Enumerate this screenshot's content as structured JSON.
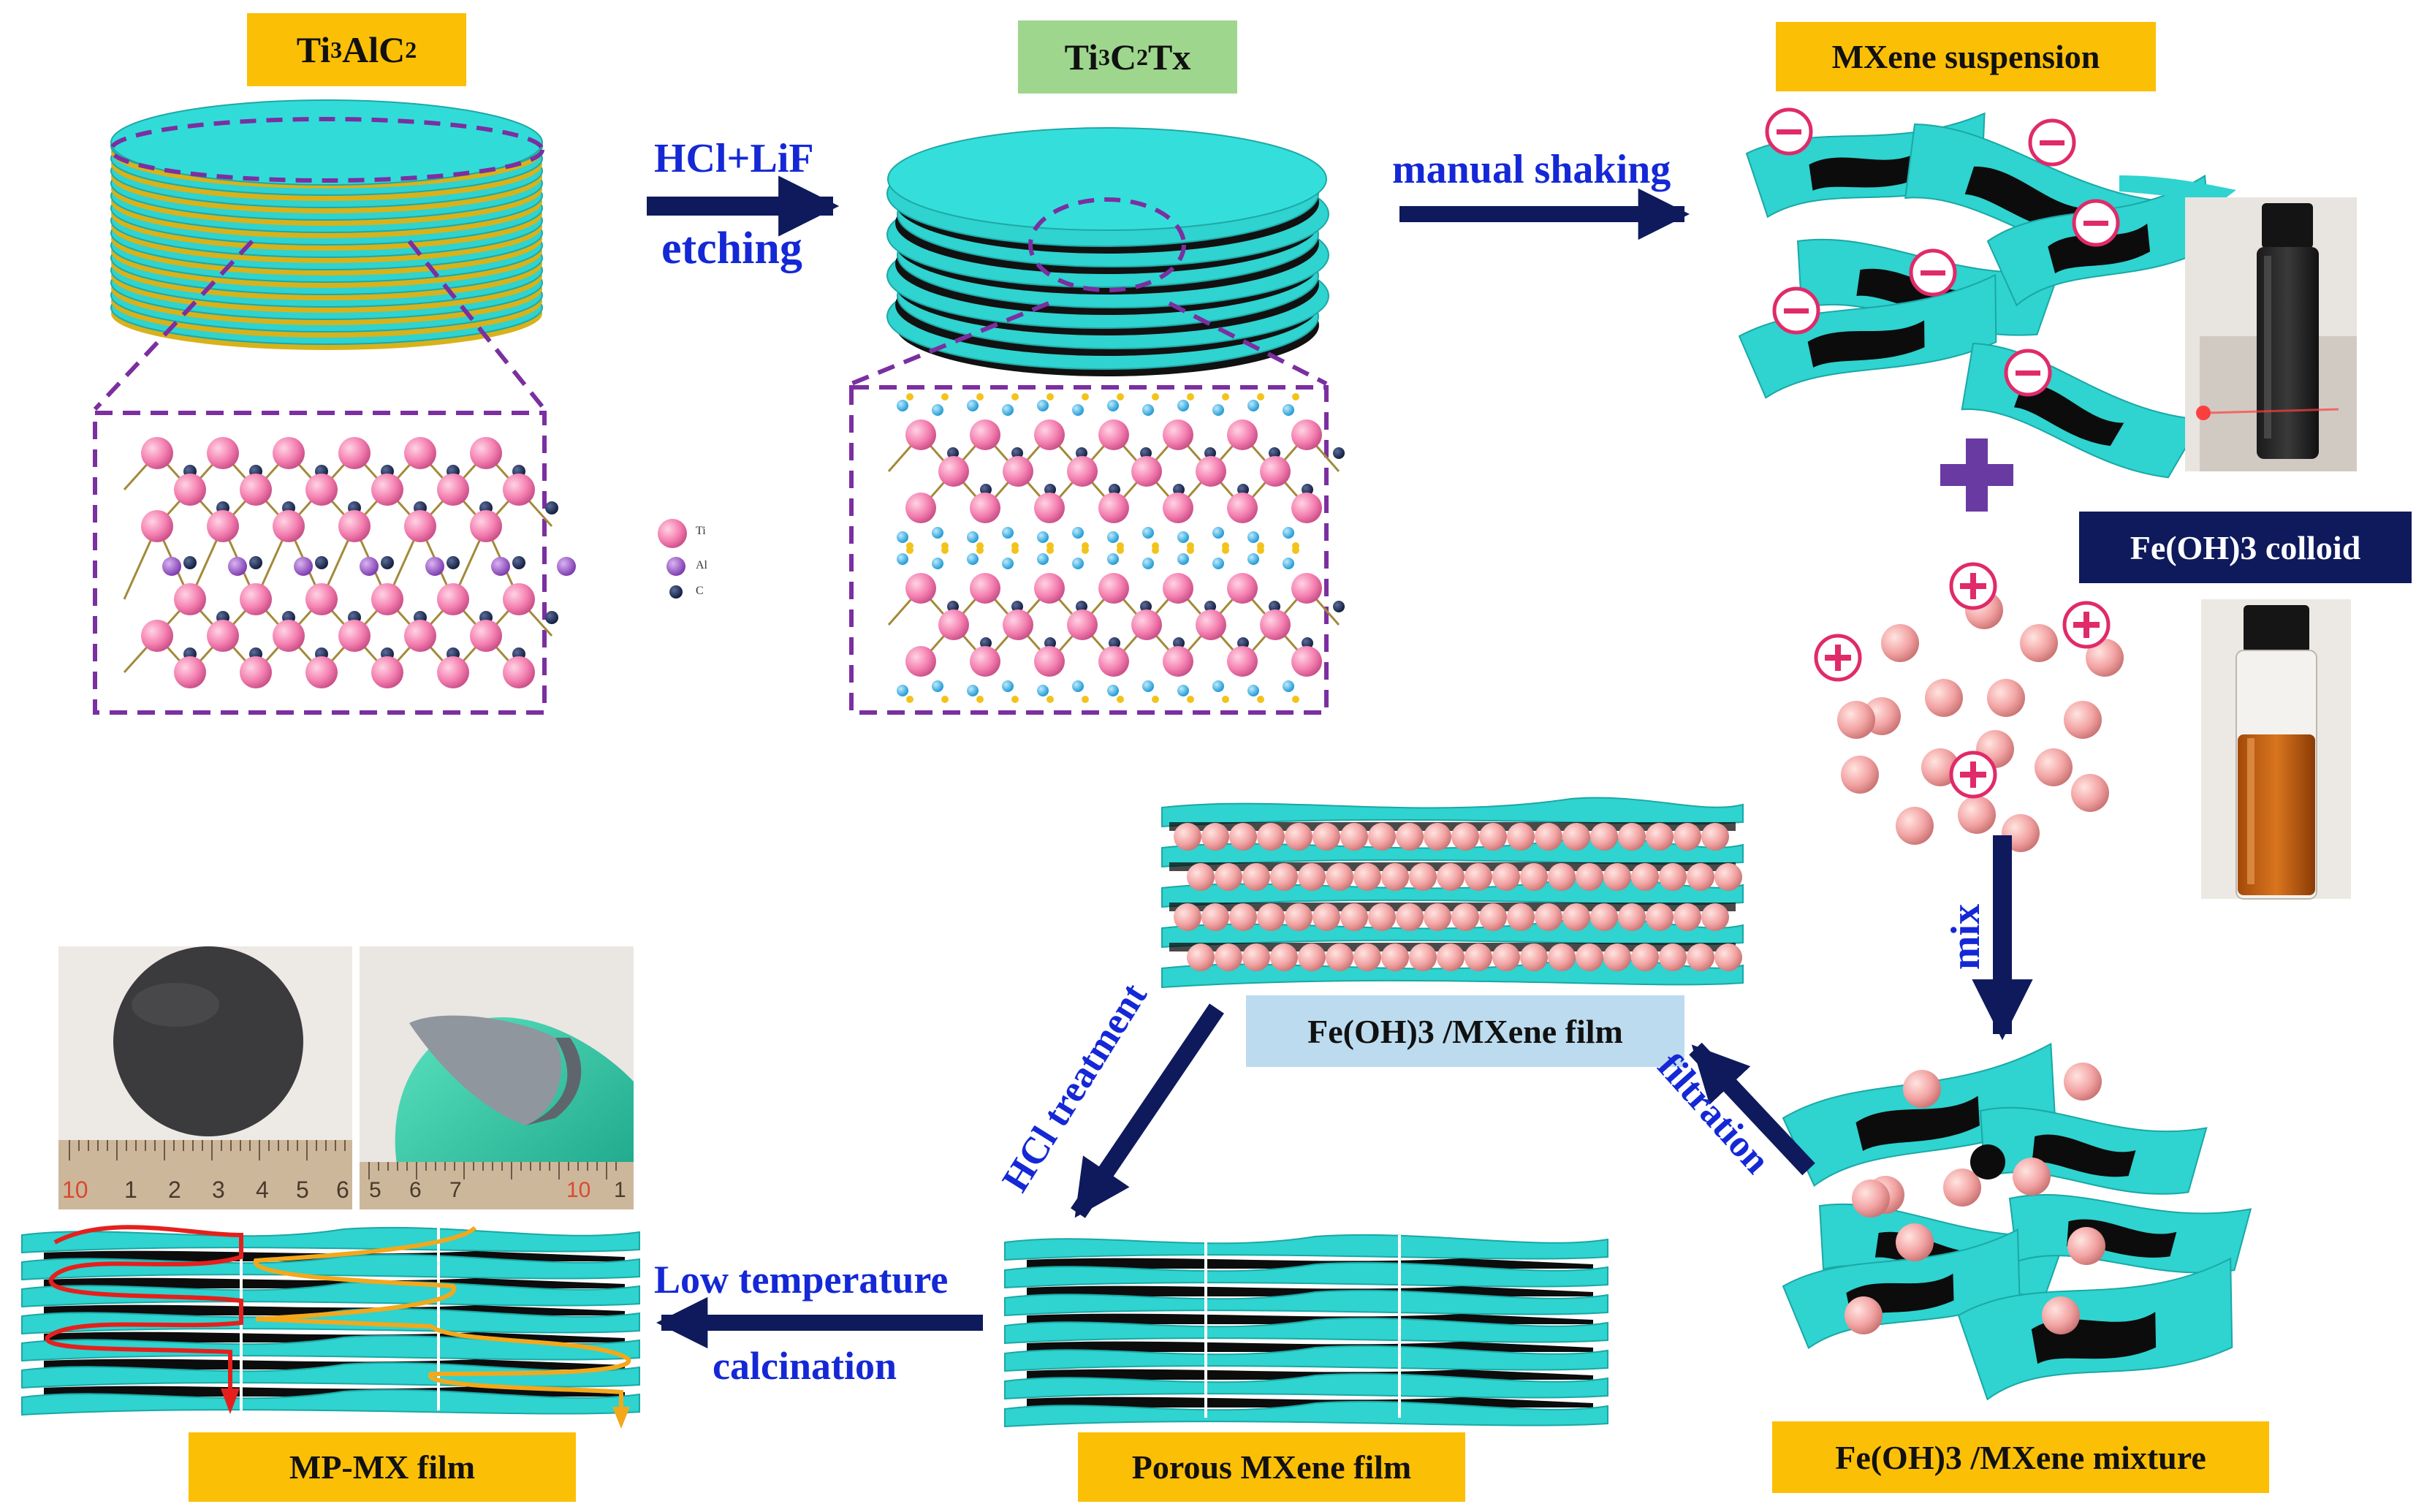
{
  "labels": {
    "ti3alc2_base": "Ti",
    "ti3alc2_sub1": "3",
    "ti3alc2_mid": "AlC",
    "ti3alc2_sub2": "2",
    "ti3c2tx_base": "Ti",
    "ti3c2tx_sub1": "3",
    "ti3c2tx_mid": "C",
    "ti3c2tx_sub2": "2",
    "ti3c2tx_end": "Tx",
    "mxene_suspension": "MXene suspension",
    "feoh3_colloid": "Fe(OH)3 colloid",
    "feoh3_mxene_film": "Fe(OH)3 /MXene film",
    "feoh3_mxene_mixture": "Fe(OH)3 /MXene mixture",
    "porous_mxene_film": "Porous MXene film",
    "mp_mx_film": "MP-MX film"
  },
  "steps": {
    "hcl_lif": "HCl+LiF",
    "etching": "etching",
    "manual_shaking": "manual shaking",
    "mix": "mix",
    "filtration": "filtration",
    "hcl_treatment": "HCl treatment",
    "low_temperature": "Low temperature",
    "calcination": "calcination"
  },
  "legend": {
    "ti": "Ti",
    "al": "Al",
    "c": "C"
  },
  "ruler": {
    "ticks_left": [
      "10",
      "1",
      "2",
      "3",
      "4",
      "5",
      "6"
    ],
    "ticks_right": [
      "5",
      "6",
      "7",
      "10",
      "1"
    ]
  },
  "colors": {
    "mxene_sheet": "#2fd3d0",
    "ti_yellow_layer": "#d8b21a",
    "box_dashed": "#7b2fa0",
    "ti_atom": "#f47fb0",
    "al_atom": "#9a4fc8",
    "c_atom": "#1c2d5a",
    "t_atom": "#22a8e0",
    "fe_particle": "#f2a3a3",
    "charge_mark": "#e02a6a",
    "arrow_navy": "#0e1a5c",
    "plus_purple": "#6a3aa3",
    "orange_label": "#fbbf06",
    "green_label": "#9fd68e",
    "blue_label": "#bcdbee",
    "step_text": "#1428d6"
  },
  "icons": {
    "charge_negative": "minus-circle-icon",
    "charge_positive": "plus-circle-icon",
    "add": "plus-icon"
  }
}
